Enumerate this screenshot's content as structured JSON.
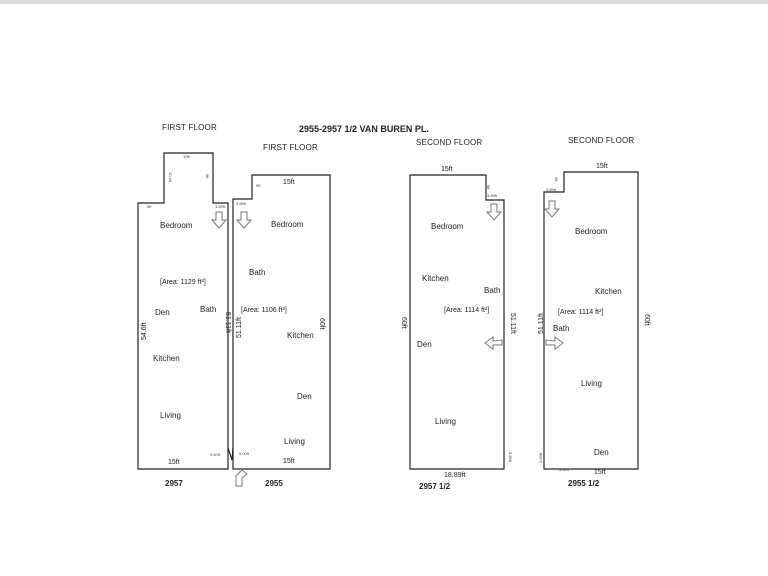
{
  "document": {
    "title": "2955-2957 1/2 VAN BUREN PL."
  },
  "plans": [
    {
      "id": "p2957",
      "header": "FIRST FLOOR",
      "unit_label": "2957",
      "area": "[Area: 1129 ft²]",
      "rooms": {
        "bedroom": "Bedroom",
        "den": "Den",
        "bath": "Bath",
        "kitchen": "Kitchen",
        "living": "Living"
      },
      "dims": {
        "top": "10ft",
        "notch_left": "10.4ft",
        "notch_right": "6ft",
        "step": "5ft",
        "side": "54.6ft",
        "bottom": "15ft",
        "right_wall": "51.11ft",
        "corner": "3.89ft",
        "angle": "5.50ft"
      }
    },
    {
      "id": "p2955",
      "header": "FIRST FLOOR",
      "unit_label": "2955",
      "area": "[Area: 1106 ft²]",
      "rooms": {
        "bedroom": "Bedroom",
        "bath": "Bath",
        "kitchen": "Kitchen",
        "den": "Den",
        "living": "Living"
      },
      "dims": {
        "top": "15ft",
        "step": "5ft",
        "corner": "3.89ft",
        "left_wall": "51.11ft",
        "right_wall": "60ft",
        "bottom": "15ft",
        "angle": "5.00ft"
      }
    },
    {
      "id": "p2957half",
      "header": "SECOND FLOOR",
      "unit_label": "2957 1/2",
      "area": "[Area: 1114 ft²]",
      "rooms": {
        "bedroom": "Bedroom",
        "kitchen": "Kitchen",
        "bath": "Bath",
        "den": "Den",
        "living": "Living"
      },
      "dims": {
        "top": "15ft",
        "step": "5ft",
        "corner": "3.89ft",
        "left_wall": "60ft",
        "right_wall": "51.11ft",
        "bottom": "18.89ft",
        "corner_low": "8.89ft"
      }
    },
    {
      "id": "p2955half",
      "header": "SECOND FLOOR",
      "unit_label": "2955 1/2",
      "area": "[Area: 1114 ft²]",
      "rooms": {
        "bedroom": "Bedroom",
        "kitchen": "Kitchen",
        "bath": "Bath",
        "living": "Living",
        "den": "Den"
      },
      "dims": {
        "top": "15ft",
        "step": "5ft",
        "corner": "3.89ft",
        "left_wall": "51.11ft",
        "right_wall": "60ft",
        "bottom": "15ft",
        "corner_low": "3.89ft",
        "corner_low2": "3.89ft"
      }
    }
  ],
  "icons": {
    "stair_arrow": "down-arrow-icon",
    "entry_arrow": "left-arrow-icon",
    "entry_arrow_right": "right-arrow-icon"
  },
  "colors": {
    "line": "#222222",
    "arrow": "#777777",
    "band": "#d9d9d9"
  }
}
